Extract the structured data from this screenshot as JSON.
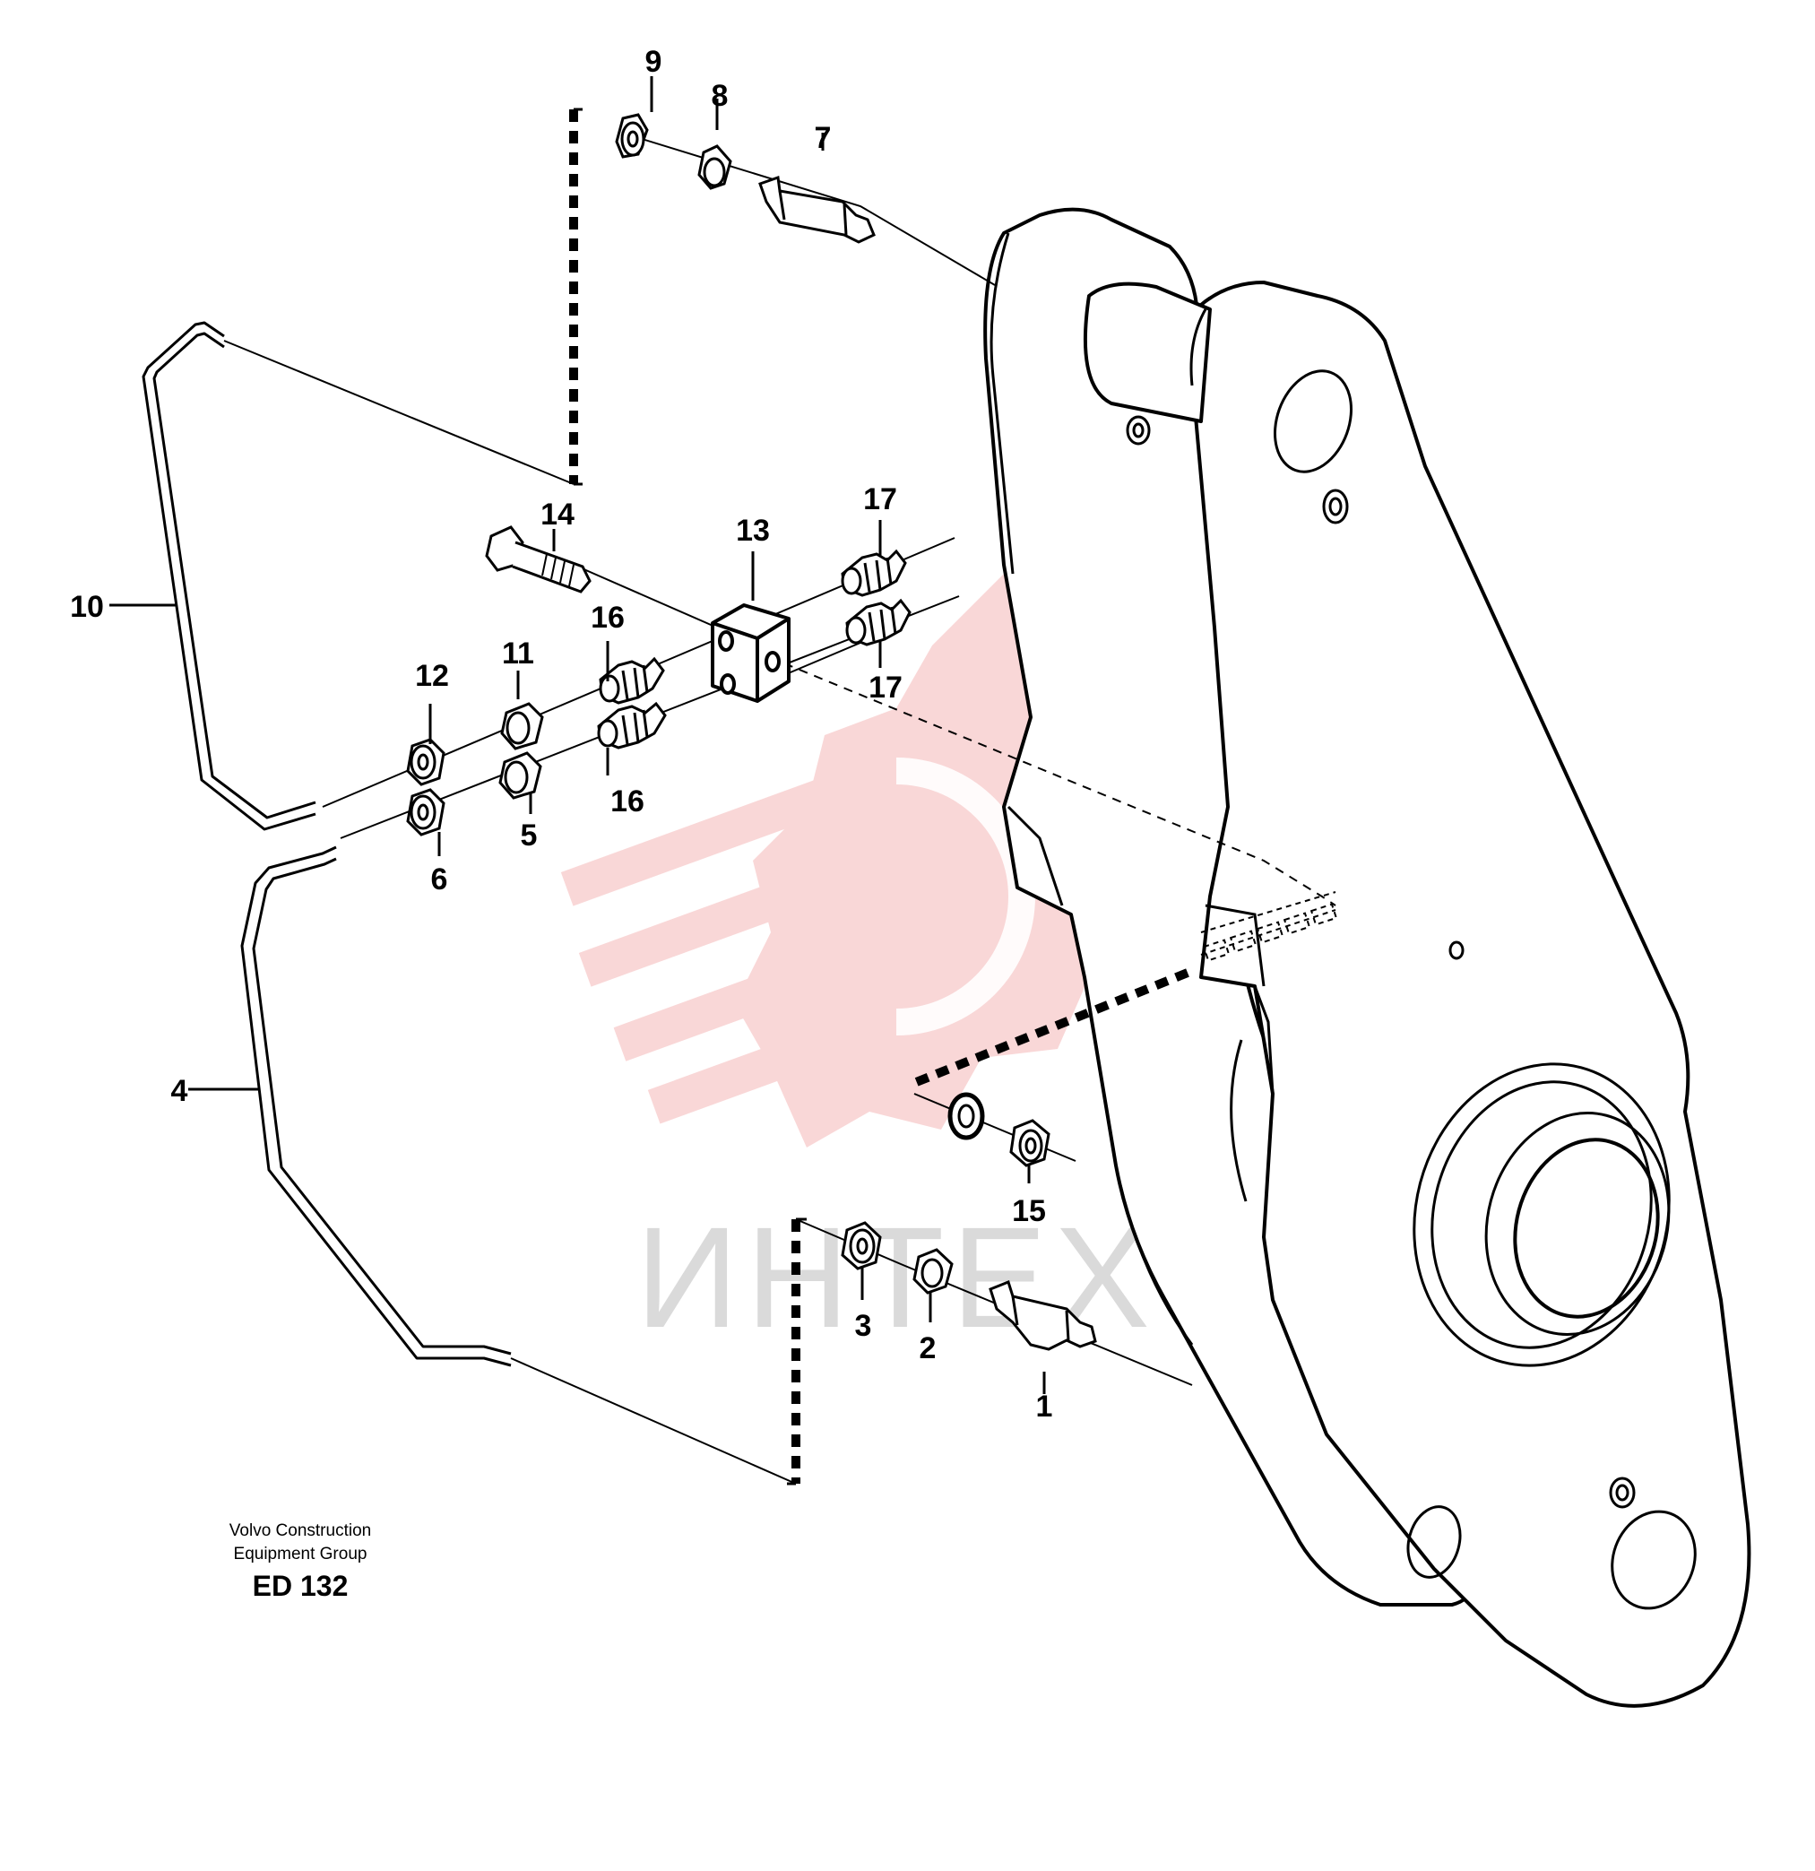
{
  "watermark": {
    "text": "ИНТЕХ",
    "color": "#f29a9a"
  },
  "caption": {
    "line1": "Volvo Construction",
    "line2": "Equipment Group",
    "code": "ED 132"
  },
  "callouts": {
    "c1": "1",
    "c2": "2",
    "c3": "3",
    "c4": "4",
    "c5": "5",
    "c6": "6",
    "c7": "7",
    "c8": "8",
    "c9": "9",
    "c10": "10",
    "c11": "11",
    "c12": "12",
    "c13": "13",
    "c14": "14",
    "c15": "15",
    "c16a": "16",
    "c16b": "16",
    "c17a": "17",
    "c17b": "17"
  }
}
